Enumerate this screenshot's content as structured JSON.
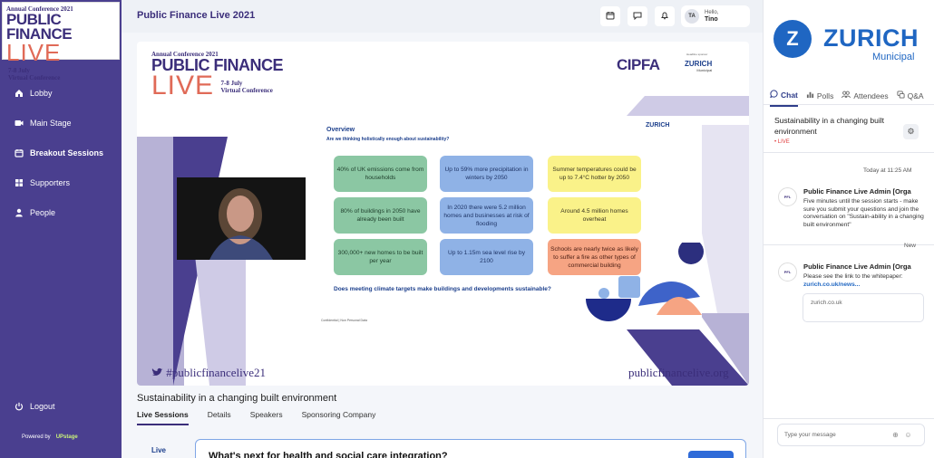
{
  "brand": {
    "top": "Annual Conference 2021",
    "name": "PUBLIC FINANCE",
    "live": "LIVE",
    "dates_line1": "7-8 July",
    "dates_line2": "Virtual Conference"
  },
  "sidebar": {
    "items": [
      {
        "label": "Lobby",
        "icon": "home-icon"
      },
      {
        "label": "Main Stage",
        "icon": "video-icon"
      },
      {
        "label": "Breakout Sessions",
        "icon": "calendar-icon"
      },
      {
        "label": "Supporters",
        "icon": "grid-icon"
      },
      {
        "label": "People",
        "icon": "person-icon"
      }
    ],
    "logout": "Logout",
    "powered_by": "Powered by",
    "powered_brand": "UPstage"
  },
  "header": {
    "title": "Public Finance Live 2021",
    "hello": "Hello,",
    "user": "Tino",
    "initials": "TA"
  },
  "stage": {
    "cipfa": "CIPFA",
    "headline_sponsor": "Headline sponsor",
    "zurich": "ZURICH",
    "municipal": "Municipal",
    "hashtag": "#publicfinancelive21",
    "site": "publicfinancelive.org",
    "slide": {
      "title": "Overview",
      "question": "Are we thinking holistically enough about sustainability?",
      "zurich": "ZURICH",
      "tiles": [
        "40% of UK emissions come from households",
        "Up to 59% more precipitation in winters by 2050",
        "Summer temperatures could be up to 7.4°C hotter by 2050",
        "80% of buildings in 2050 have already been built",
        "In 2020 there were 5.2 million homes and businesses at risk of flooding",
        "Around 4.5 million homes overheat",
        "300,000+ new homes to be built per year",
        "Up to 1.15m sea level rise by 2100",
        "Schools are nearly twice as likely to suffer a fire as other types of commercial building"
      ],
      "bottom_question": "Does meeting climate targets make buildings and developments sustainable?",
      "confidential": "Confidential | Non Personal Data"
    }
  },
  "session": {
    "title": "Sustainability in a changing built environment",
    "tabs": [
      "Live Sessions",
      "Details",
      "Speakers",
      "Sponsoring Company"
    ],
    "live_label": "Live",
    "next_title": "What's next for health and social care integration?"
  },
  "chat": {
    "logo_letter": "Z",
    "brand": "ZURICH",
    "brand_sub": "Municipal",
    "tabs": [
      "Chat",
      "Polls",
      "Attendees",
      "Q&A"
    ],
    "topic": "Sustainability in a changing built environment",
    "live": "• LIVE",
    "timestamp": "Today at 11:25 AM",
    "messages": [
      {
        "name": "Public Finance Live Admin [Orga",
        "body": "Five minutes until the session starts - make sure you submit your questions and join the conversation on \"Sustain-ability in a changing built environment\""
      },
      {
        "name": "Public Finance Live Admin [Orga",
        "body": "Please see the link to the whitepaper:",
        "link": "zurich.co.uk/news..."
      }
    ],
    "new_label": "New",
    "preview": "zurich.co.uk",
    "placeholder": "Type your message"
  },
  "colors": {
    "sidebar": "#4a3f8f",
    "brand_purple": "#3b2e7a",
    "live_coral": "#e06a57",
    "zurich_blue": "#1f66c2"
  }
}
